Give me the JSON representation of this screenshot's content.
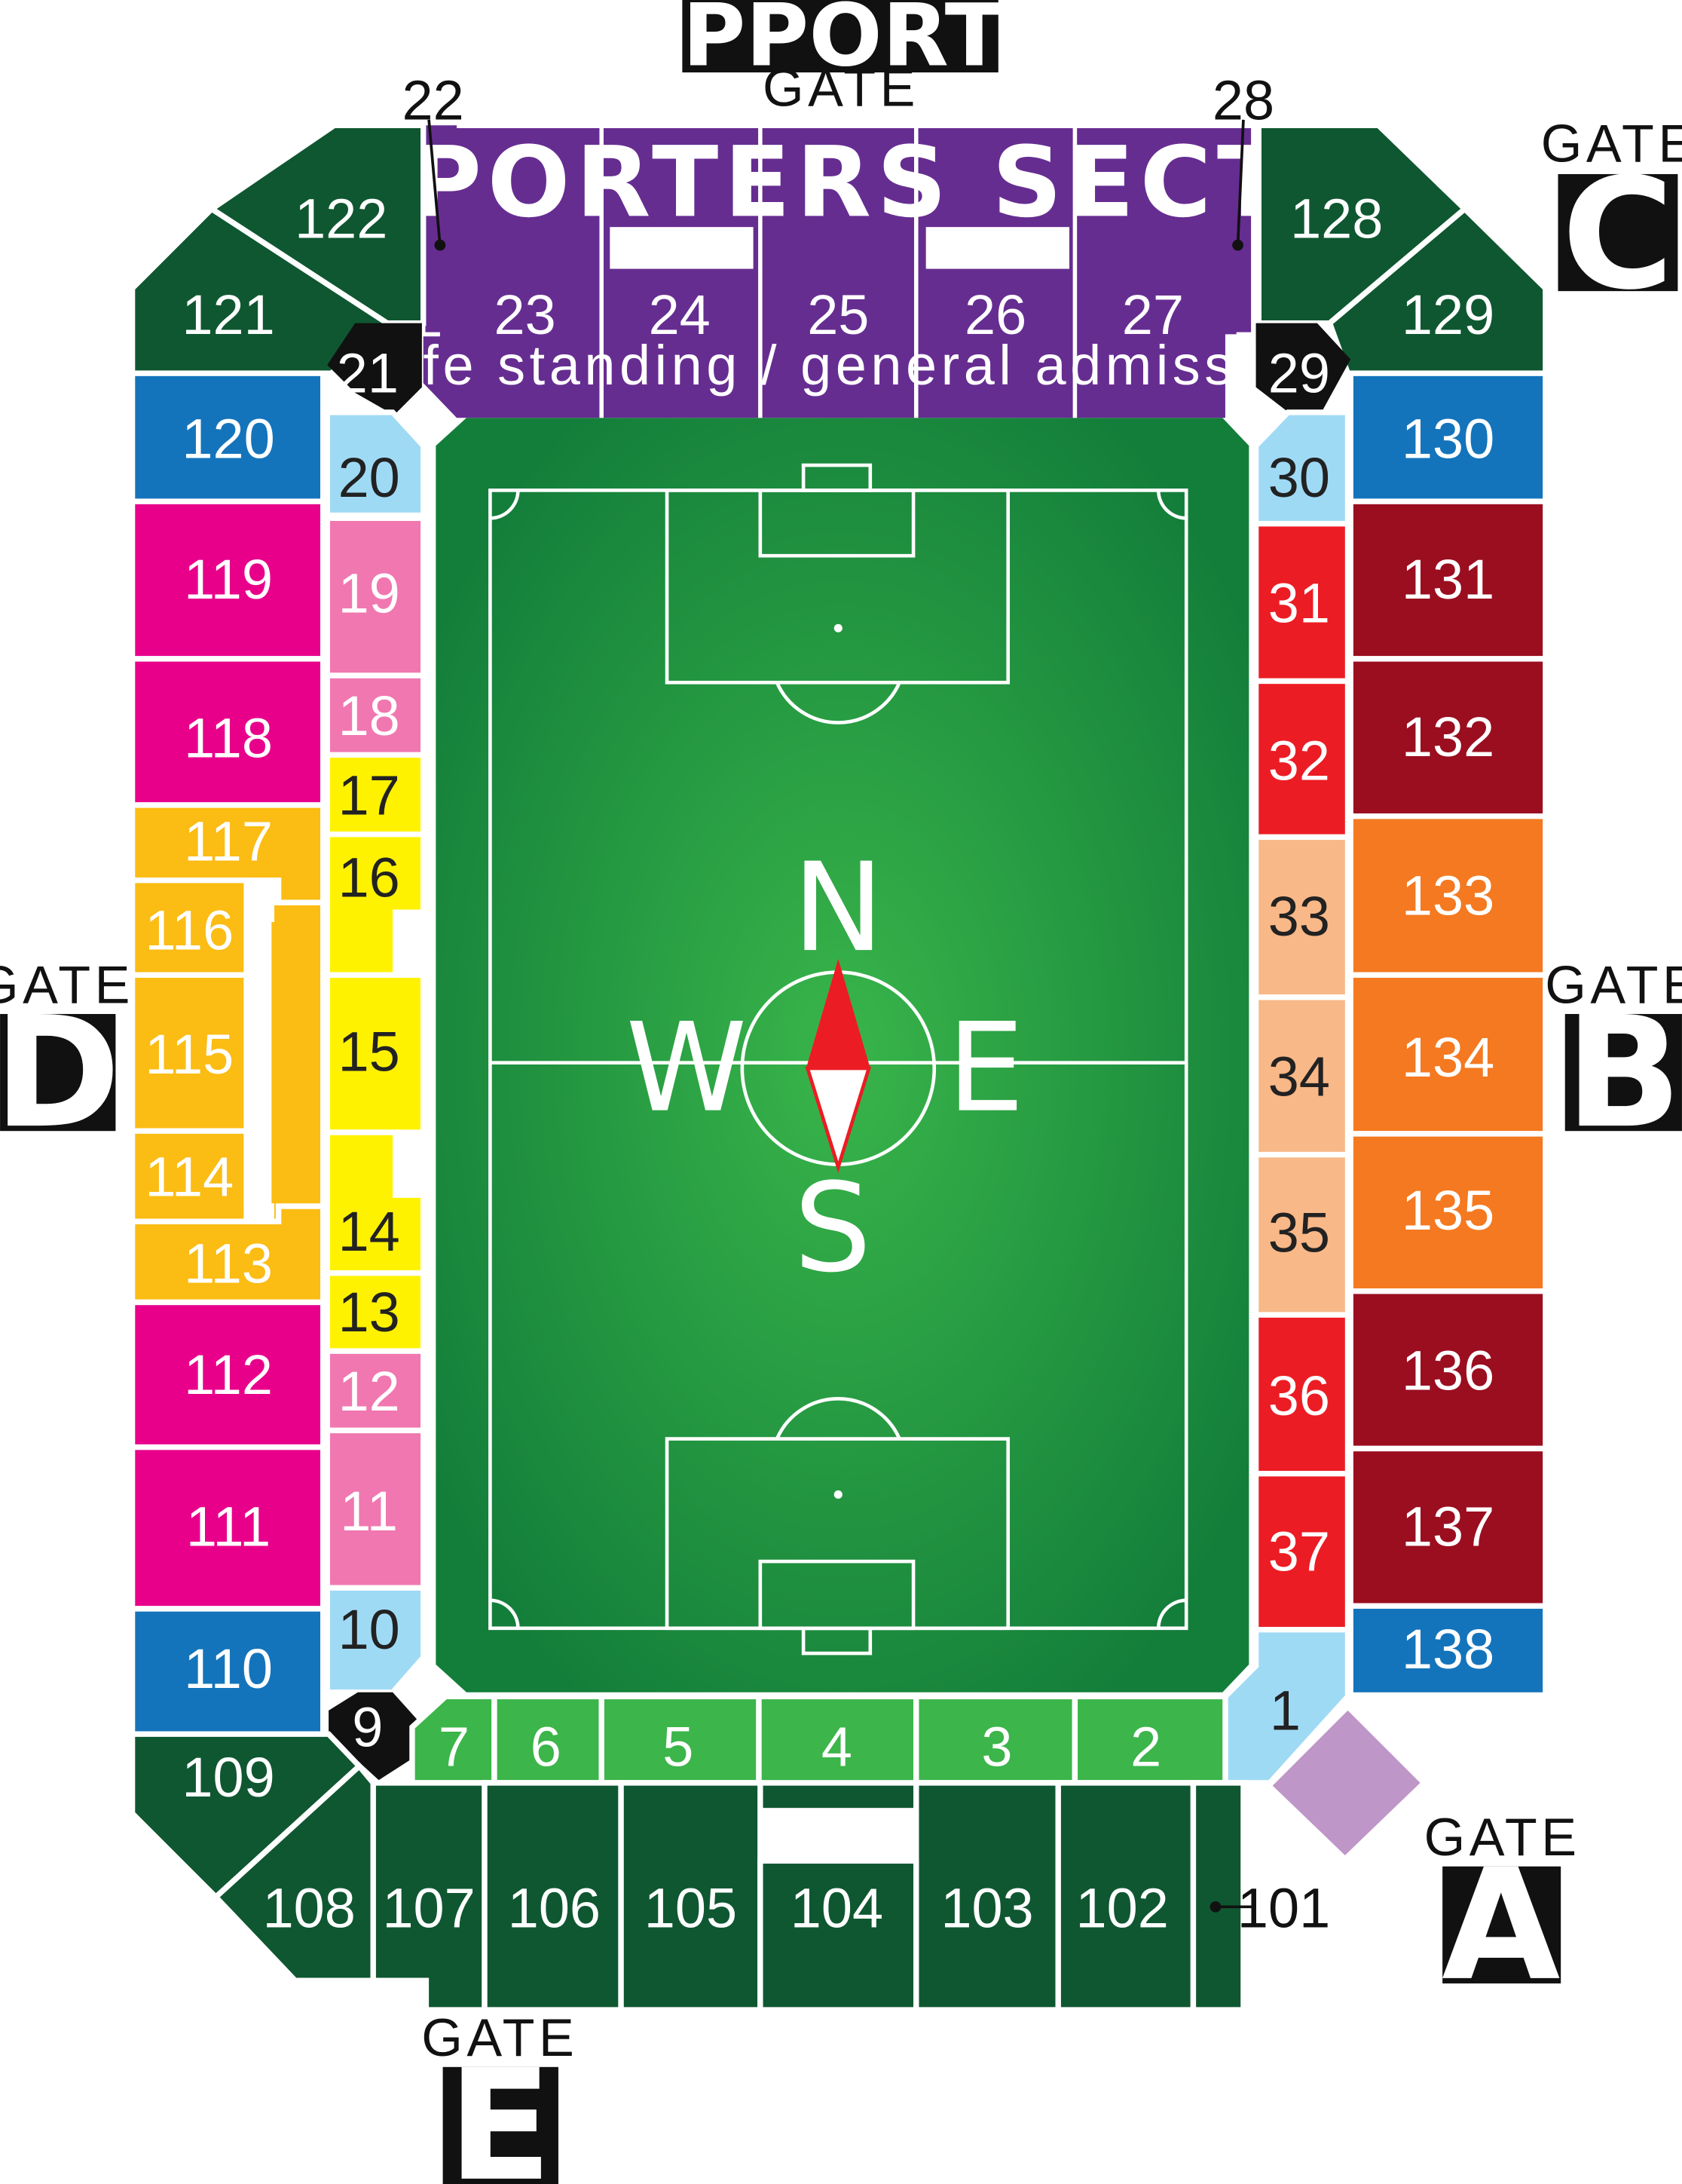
{
  "colors": {
    "dark_green": "#0f5731",
    "purple": "#662d91",
    "blue": "#1474bb",
    "light_blue": "#9fdaf5",
    "magenta": "#e8008b",
    "pink": "#f077b0",
    "gold": "#fbbc14",
    "yellow": "#fff200",
    "red": "#ec1c24",
    "maroon": "#9a0e20",
    "orange": "#f47920",
    "peach": "#f8b888",
    "lime_green": "#3cb54a",
    "lavender": "#bf96c8",
    "black": "#111111"
  },
  "supporter_banner": "SUPPORTER",
  "supporters_section": {
    "title": "SUPPORTERS SECTION",
    "subtitle": "(safe standing / general admission)"
  },
  "gates": {
    "supporter": {
      "word": "GATE"
    },
    "a": {
      "word": "GATE",
      "letter": "A"
    },
    "b": {
      "word": "GATE",
      "letter": "B"
    },
    "c": {
      "word": "GATE",
      "letter": "C"
    },
    "d": {
      "word": "GATE",
      "letter": "D"
    },
    "e": {
      "word": "GATE",
      "letter": "E"
    }
  },
  "compass": {
    "n": "N",
    "s": "S",
    "e": "E",
    "w": "W"
  },
  "callouts": {
    "s22": "22",
    "s28": "28",
    "s101": "101"
  },
  "sections": {
    "s1": "1",
    "s2": "2",
    "s3": "3",
    "s4": "4",
    "s5": "5",
    "s6": "6",
    "s7": "7",
    "s9": "9",
    "s10": "10",
    "s11": "11",
    "s12": "12",
    "s13": "13",
    "s14": "14",
    "s15": "15",
    "s16": "16",
    "s17": "17",
    "s18": "18",
    "s19": "19",
    "s20": "20",
    "s21": "21",
    "s23": "23",
    "s24": "24",
    "s25": "25",
    "s26": "26",
    "s27": "27",
    "s29": "29",
    "s30": "30",
    "s31": "31",
    "s32": "32",
    "s33": "33",
    "s34": "34",
    "s35": "35",
    "s36": "36",
    "s37": "37",
    "s102": "102",
    "s103": "103",
    "s104": "104",
    "s105": "105",
    "s106": "106",
    "s107": "107",
    "s108": "108",
    "s109": "109",
    "s110": "110",
    "s111": "111",
    "s112": "112",
    "s113": "113",
    "s114": "114",
    "s115": "115",
    "s116": "116",
    "s117": "117",
    "s118": "118",
    "s119": "119",
    "s120": "120",
    "s121": "121",
    "s122": "122",
    "s128": "128",
    "s129": "129",
    "s130": "130",
    "s131": "131",
    "s132": "132",
    "s133": "133",
    "s134": "134",
    "s135": "135",
    "s136": "136",
    "s137": "137",
    "s138": "138"
  }
}
